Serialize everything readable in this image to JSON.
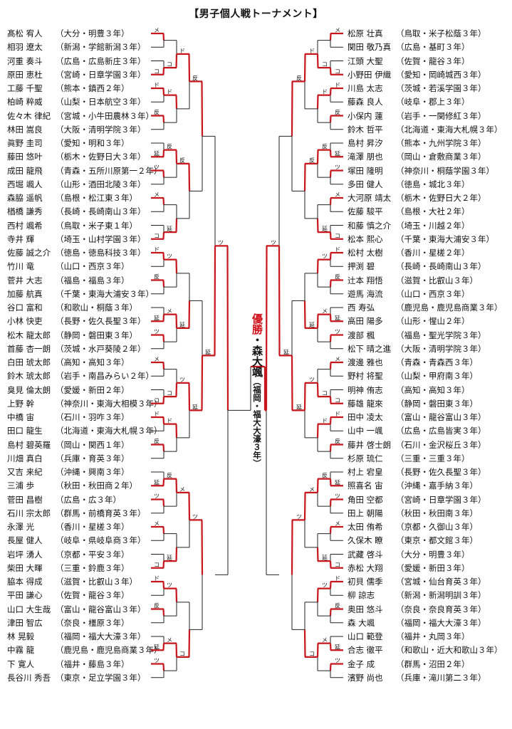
{
  "title": "【男子個人戦トーナメント】",
  "winner": {
    "label": "優勝",
    "name": "・森大颯",
    "school": "（福岡・福大大濠３年）"
  },
  "left": [
    {
      "name": "髙松 宥人",
      "school": "（大分・明豊３年）"
    },
    {
      "name": "相羽 遼太",
      "school": "（新潟・学館新潟３年）"
    },
    {
      "name": "河重 奏斗",
      "school": "（広島・広島新庄３年）"
    },
    {
      "name": "原田 恵杜",
      "school": "（宮崎・日章学園３年）"
    },
    {
      "name": "工藤 千聖",
      "school": "（熊本・鎮西２年）"
    },
    {
      "name": "柏崎 粹威",
      "school": "（山梨・日本航空３年）"
    },
    {
      "name": "佐々木 律紀",
      "school": "（宮城・小牛田農林３年）"
    },
    {
      "name": "林田 嵩良",
      "school": "（大阪・清明学院３年）"
    },
    {
      "name": "眞野 圭司",
      "school": "（愛知・明和３年）"
    },
    {
      "name": "藤田 悠叶",
      "school": "（栃木・佐野日大３年）"
    },
    {
      "name": "成田 龍飛",
      "school": "（青森・五所川原第一２年）"
    },
    {
      "name": "西堀 颯人",
      "school": "（山形・酒田北陵３年）"
    },
    {
      "name": "森脇 遥帆",
      "school": "（島根・松江東３年）"
    },
    {
      "name": "楢橋 謙秀",
      "school": "（長崎・長崎南山３年）"
    },
    {
      "name": "西村 颯希",
      "school": "（鳥取・米子東１年）"
    },
    {
      "name": "寺井 輝",
      "school": "（埼玉・山村学園３年）"
    },
    {
      "name": "佐藤 誠之介",
      "school": "（徳島・徳島科技３年）"
    },
    {
      "name": "竹川 竜",
      "school": "（山口・西京３年）"
    },
    {
      "name": "菅井 大志",
      "school": "（福島・福島３年）"
    },
    {
      "name": "加藤 航真",
      "school": "（千葉・東海大浦安３年）"
    },
    {
      "name": "谷口 富和",
      "school": "（和歌山・桐蔭３年）"
    },
    {
      "name": "小林 快吏",
      "school": "（長野・佐久長聖３年）"
    },
    {
      "name": "松木 龍太郎",
      "school": "（静岡・磐田東３年）"
    },
    {
      "name": "首藤 杏一朗",
      "school": "（茨城・水戸葵陵２年）"
    },
    {
      "name": "白田 琥太郎",
      "school": "（高知・高知３年）"
    },
    {
      "name": "鈴木 琥太郎",
      "school": "（岩手・南昌みらい２年）"
    },
    {
      "name": "臭見 倫太朗",
      "school": "（愛媛・新田２年）"
    },
    {
      "name": "上野 幹",
      "school": "（神奈川・東海大相模３年）"
    },
    {
      "name": "中橋 宙",
      "school": "（石川・羽咋３年）"
    },
    {
      "name": "田口 龍生",
      "school": "（北海道・東海大札幌３年）"
    },
    {
      "name": "島村 碧英羅",
      "school": "（岡山・関西１年）"
    },
    {
      "name": "川畑 真白",
      "school": "（兵庫・育英３年）"
    },
    {
      "name": "又吉 来紀",
      "school": "（沖縄・興南３年）"
    },
    {
      "name": "三浦 歩",
      "school": "（秋田・秋田商２年）"
    },
    {
      "name": "菅田 昌樹",
      "school": "（広島・広３年）"
    },
    {
      "name": "石川 宗太郎",
      "school": "（群馬・前橋育英３年）"
    },
    {
      "name": "永澤 光",
      "school": "（香川・星槎３年）"
    },
    {
      "name": "長屋 健人",
      "school": "（岐阜・県岐阜商３年）"
    },
    {
      "name": "岩坪 湧人",
      "school": "（京都・平安３年）"
    },
    {
      "name": "柴田 大暉",
      "school": "（三重・鈴鹿３年）"
    },
    {
      "name": "脇本 得成",
      "school": "（滋賀・比叡山３年）"
    },
    {
      "name": "平田 謙心",
      "school": "（佐賀・龍谷３年）"
    },
    {
      "name": "山口 大生哉",
      "school": "（富山・龍谷富山３年）"
    },
    {
      "name": "津田 智広",
      "school": "（奈良・橿原３年）"
    },
    {
      "name": "林 晃毅",
      "school": "（福岡・福大大濠３年）"
    },
    {
      "name": "中霧 龍",
      "school": "（鹿児島・鹿児島商業３年）"
    },
    {
      "name": "下 寛人",
      "school": "（福井・藤島３年）"
    },
    {
      "name": "長谷川 秀吾",
      "school": "（東京・足立学園３年）"
    }
  ],
  "right": [
    {
      "name": "松原 壮真",
      "school": "（鳥取・米子松蔭３年）"
    },
    {
      "name": "関田 敬乃真",
      "school": "（広島・基町３年）"
    },
    {
      "name": "江頭 大聖",
      "school": "（佐賀・龍谷３年）"
    },
    {
      "name": "小野田 伊織",
      "school": "（愛知・岡崎城西３年）"
    },
    {
      "name": "川島 太志",
      "school": "（茨城・若溪学園３年）"
    },
    {
      "name": "藤森 良人",
      "school": "（岐阜・郡上３年）"
    },
    {
      "name": "小保内 蓮",
      "school": "（岩手・一関修紅３年）"
    },
    {
      "name": "鈴木 哲平",
      "school": "（北海道・東海大札幌３年）"
    },
    {
      "name": "島村 昇汐",
      "school": "（熊本・九州学院３年）"
    },
    {
      "name": "滝澤 朋也",
      "school": "（岡山・倉敷商業３年）"
    },
    {
      "name": "塚田 隆明",
      "school": "（神奈川・桐蔭学園３年）"
    },
    {
      "name": "多田 健人",
      "school": "（徳島・城北３年）"
    },
    {
      "name": "大河原 靖太",
      "school": "（栃木・佐野日大２年）"
    },
    {
      "name": "佐藤 駿平",
      "school": "（島根・大社２年）"
    },
    {
      "name": "和藤 慎之介",
      "school": "（埼玉・川越２年）"
    },
    {
      "name": "松本 熙心",
      "school": "（千葉・東海大浦安３年）"
    },
    {
      "name": "松村 太樹",
      "school": "（香川・星槎２年）"
    },
    {
      "name": "押渕 碧",
      "school": "（長崎・長崎南山３年）"
    },
    {
      "name": "辻本 翔悟",
      "school": "（滋賀・比叡山３年）"
    },
    {
      "name": "遊馬 海流",
      "school": "（山口・西京３年）"
    },
    {
      "name": "西 寿弘",
      "school": "（鹿児島・鹿児島商業３年）"
    },
    {
      "name": "高田 陽多",
      "school": "（山形・惺山２年）"
    },
    {
      "name": "渡部 楓",
      "school": "（福島・聖光学院３年）"
    },
    {
      "name": "松下 晴之進",
      "school": "（大阪・清明学院３年）"
    },
    {
      "name": "渡邊 雅也",
      "school": "（青森・青森西３年）"
    },
    {
      "name": "野村 将聖",
      "school": "（山梨・甲府南３年）"
    },
    {
      "name": "明神 侑志",
      "school": "（高知・高知３年）"
    },
    {
      "name": "藤雄 龍來",
      "school": "（静岡・磐田東３年）"
    },
    {
      "name": "田中 凌太",
      "school": "（富山・龍谷富山３年）"
    },
    {
      "name": "山中 一颯",
      "school": "（広島・広島皆実３年）"
    },
    {
      "name": "藤井 啓士朗",
      "school": "（石川・金沢桜丘３年）"
    },
    {
      "name": "杉原 琉仁",
      "school": "（三重・三重３年）"
    },
    {
      "name": "村上 宕皇",
      "school": "（長野・佐久長聖３年）"
    },
    {
      "name": "照喜名 宙",
      "school": "（沖縄・嘉手納３年）"
    },
    {
      "name": "角田 空都",
      "school": "（宮崎・日章学園３年）"
    },
    {
      "name": "田上 朝陽",
      "school": "（秋田・秋田南３年）"
    },
    {
      "name": "太田 侑希",
      "school": "（京都・久御山３年）"
    },
    {
      "name": "久保木 瞭",
      "school": "（東京・都文館３年）"
    },
    {
      "name": "武藏 啓斗",
      "school": "（大分・明豊３年）"
    },
    {
      "name": "赤松 大翔",
      "school": "（愛媛・新田３年）"
    },
    {
      "name": "初貝 儒季",
      "school": "（宮城・仙台育英３年）"
    },
    {
      "name": "柳 諒志",
      "school": "（新潟・新潟明訓３年）"
    },
    {
      "name": "奥田 悠斗",
      "school": "（奈良・奈良育英３年）"
    },
    {
      "name": "森 大颯",
      "school": "（福岡・福大大濠３年）"
    },
    {
      "name": "山口 範登",
      "school": "（福井・丸岡３年）"
    },
    {
      "name": "合志 徹平",
      "school": "（和歌山・近大和歌山３年）"
    },
    {
      "name": "金子 成",
      "school": "（群馬・沼田２年）"
    },
    {
      "name": "濱野 尚也",
      "school": "（兵庫・滝川第二３年）"
    }
  ],
  "score_marks": [
    "メ",
    "コ",
    "ド",
    "反",
    "延",
    "ツ"
  ],
  "colors": {
    "win": "#c8161d",
    "lose": "#222222"
  }
}
